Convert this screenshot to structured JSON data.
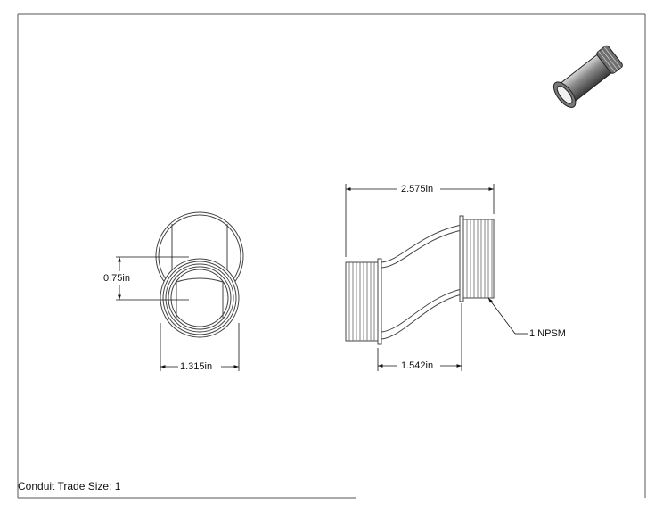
{
  "dimensions": {
    "offset": "0.75in",
    "outer_diameter": "1.315in",
    "overall_length": "2.575in",
    "offset_length": "1.542in",
    "thread_callout": "1 NPSM"
  },
  "note": "Conduit Trade Size: 1"
}
